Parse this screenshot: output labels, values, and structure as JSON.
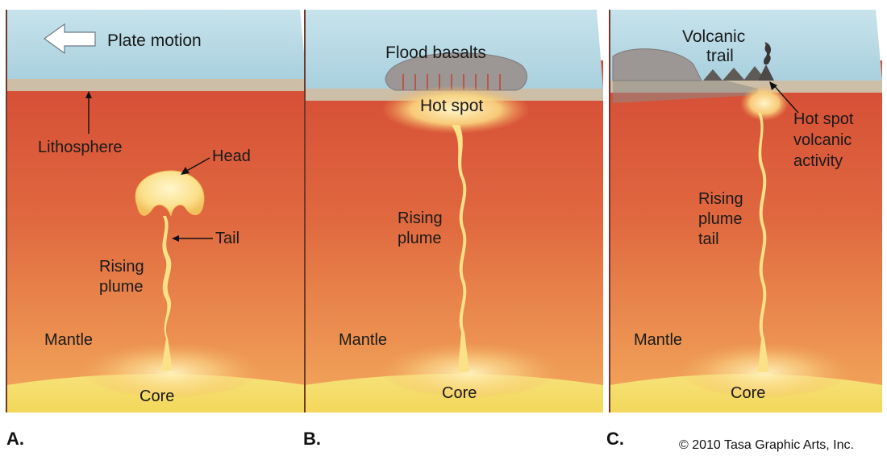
{
  "panels": [
    {
      "letter": "A.",
      "labels": {
        "plate_motion": "Plate motion",
        "lithosphere": "Lithosphere",
        "head": "Head",
        "tail": "Tail",
        "rising_1": "Rising",
        "rising_2": "plume",
        "mantle": "Mantle",
        "core": "Core"
      }
    },
    {
      "letter": "B.",
      "labels": {
        "flood_basalts": "Flood basalts",
        "hot_spot": "Hot spot",
        "rising_1": "Rising",
        "rising_2": "plume",
        "mantle": "Mantle",
        "core": "Core"
      }
    },
    {
      "letter": "C.",
      "labels": {
        "volcanic_1": "Volcanic",
        "volcanic_2": "trail",
        "hotspot_1": "Hot spot",
        "hotspot_2": "volcanic",
        "hotspot_3": "activity",
        "rising_1": "Rising",
        "rising_2": "plume",
        "rising_3": "tail",
        "mantle": "Mantle",
        "core": "Core"
      }
    }
  ],
  "copyright": "© 2010 Tasa Graphic Arts, Inc.",
  "colors": {
    "mantle_top": "#d9533a",
    "mantle_bottom": "#f2a55a",
    "core": "#f7e47a",
    "lithosphere": "#cfc3ad",
    "surface": "#b9dbe6",
    "plume": "#fbe58a",
    "plume_glow": "#fff6c8"
  }
}
